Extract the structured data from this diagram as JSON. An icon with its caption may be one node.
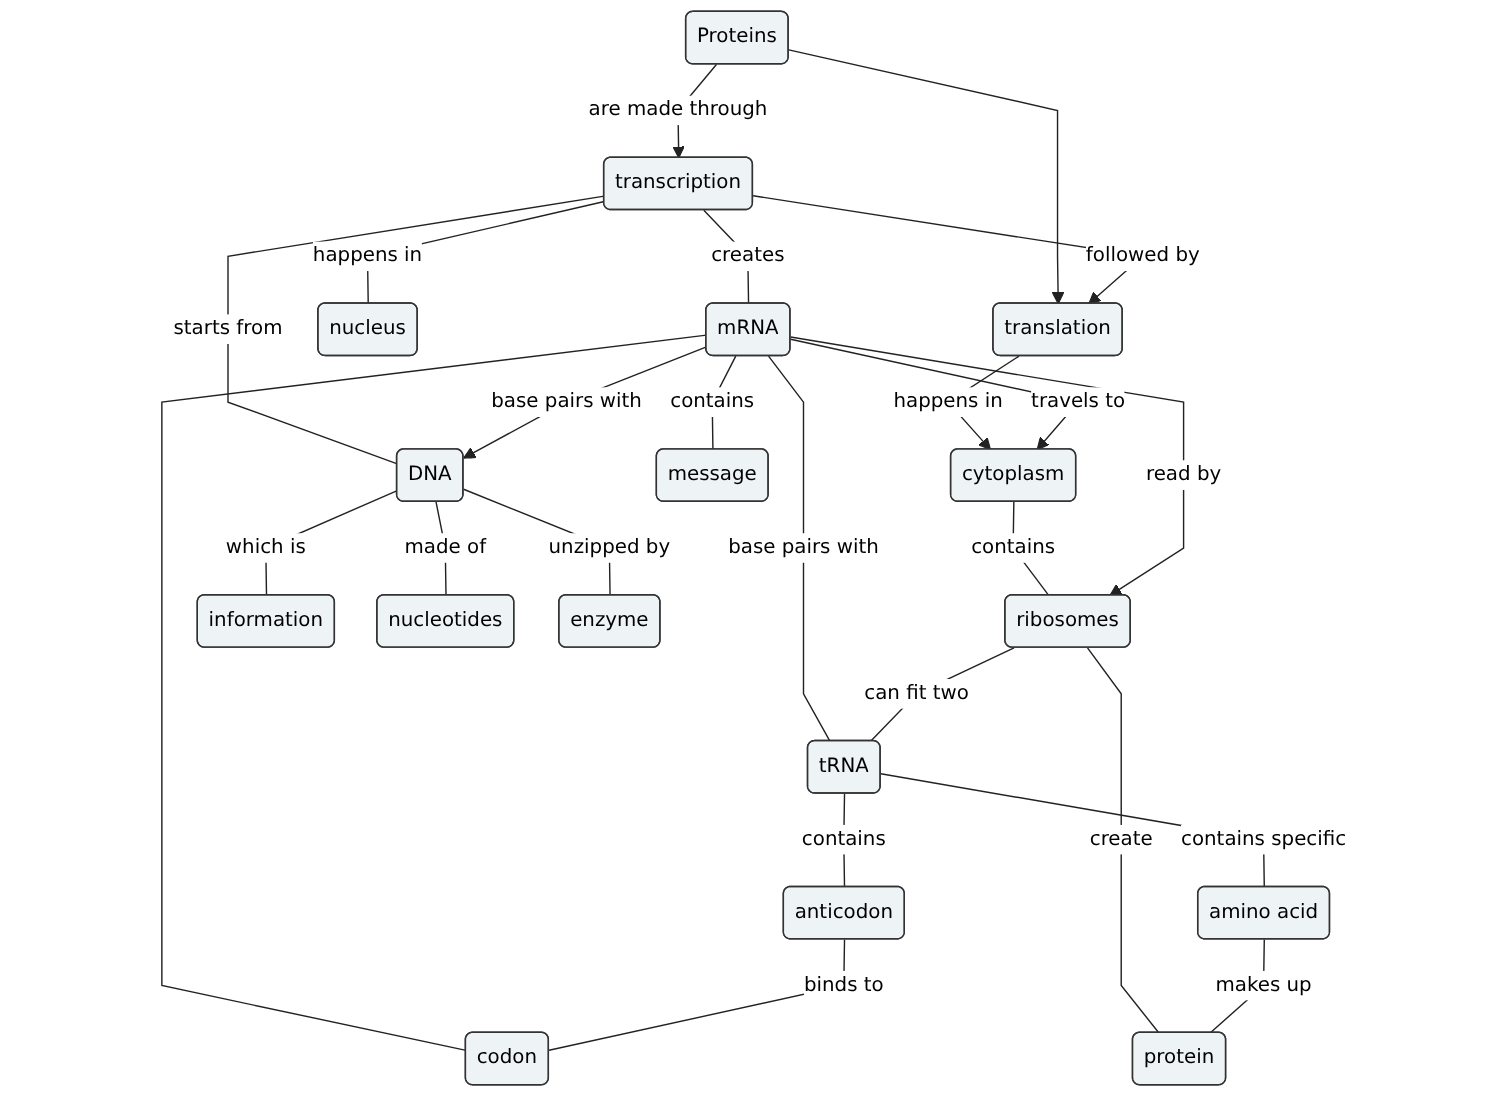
{
  "diagram": {
    "nodes": [
      {
        "text": [
          "Proteins"
        ]
      },
      {
        "text": [
          "transcription"
        ]
      },
      {
        "text": [
          "translation"
        ]
      },
      {
        "text": [
          "cytoplasm"
        ]
      },
      {
        "text": [
          "nucleus"
        ]
      },
      {
        "text": [
          "DNA"
        ]
      },
      {
        "text": [
          "mRNA"
        ]
      },
      {
        "text": [
          "ribosomes"
        ]
      },
      {
        "text": [
          "tRNA"
        ]
      },
      {
        "text": [
          "information"
        ]
      },
      {
        "text": [
          "nucleotides"
        ]
      },
      {
        "text": [
          "enzyme"
        ]
      },
      {
        "text": [
          "message"
        ]
      },
      {
        "text": [
          "anticodon"
        ]
      },
      {
        "text": [
          "amino acid"
        ]
      },
      {
        "text": [
          "codon"
        ]
      },
      {
        "text": [
          "protein"
        ]
      }
    ],
    "edges": [
      {
        "from": 0,
        "to": 1,
        "arrow": "to",
        "label": "are made through"
      },
      {
        "from": 0,
        "to": 2,
        "arrow": "to"
      },
      {
        "from": 1,
        "to": 2,
        "arrow": "to",
        "label": "followed by"
      },
      {
        "from": 2,
        "to": 3,
        "arrow": "to",
        "label": "happens in"
      },
      {
        "from": 1,
        "to": 4,
        "arrow": "none",
        "label": "happens in"
      },
      {
        "from": 1,
        "to": 5,
        "arrow": "none",
        "label": "starts from"
      },
      {
        "from": 1,
        "to": 6,
        "arrow": "none",
        "label": "creates"
      },
      {
        "from": 6,
        "to": 3,
        "arrow": "to",
        "label": "travels to"
      },
      {
        "from": 3,
        "to": 7,
        "arrow": "none",
        "label": "contains"
      },
      {
        "from": 6,
        "to": 5,
        "arrow": "to",
        "label": "base pairs with"
      },
      {
        "from": 6,
        "to": 7,
        "arrow": "to",
        "label": "read by"
      },
      {
        "from": 5,
        "to": 9,
        "arrow": "none",
        "label": "which is"
      },
      {
        "from": 5,
        "to": 10,
        "arrow": "none",
        "label": "made of"
      },
      {
        "from": 5,
        "to": 11,
        "arrow": "none",
        "label": "unzipped by"
      },
      {
        "from": 6,
        "to": 12,
        "arrow": "none",
        "label": "contains"
      },
      {
        "from": 6,
        "to": 15,
        "arrow": "none"
      },
      {
        "from": 6,
        "to": 8,
        "arrow": "none",
        "label": "base pairs with"
      },
      {
        "from": 7,
        "to": 8,
        "arrow": "none",
        "label": "can fit two"
      },
      {
        "from": 7,
        "to": 16,
        "arrow": "none",
        "label": "create"
      },
      {
        "from": 8,
        "to": 13,
        "arrow": "none",
        "label": "contains"
      },
      {
        "from": 8,
        "to": 14,
        "arrow": "none",
        "label": "contains specific"
      },
      {
        "from": 13,
        "to": 15,
        "arrow": "none",
        "label": "binds to"
      },
      {
        "from": 14,
        "to": 16,
        "arrow": "none",
        "label": "makes up"
      }
    ]
  }
}
